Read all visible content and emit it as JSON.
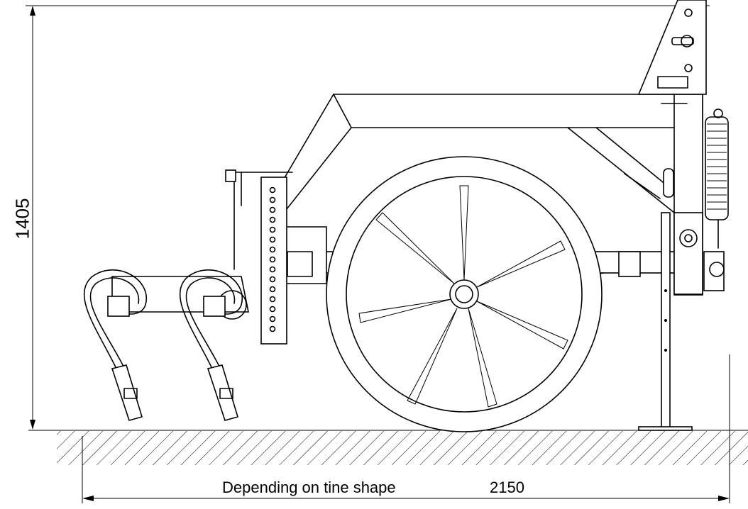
{
  "dimensions": {
    "height_label": "1405",
    "width_label": "2150",
    "note": "Depending on tine shape"
  }
}
